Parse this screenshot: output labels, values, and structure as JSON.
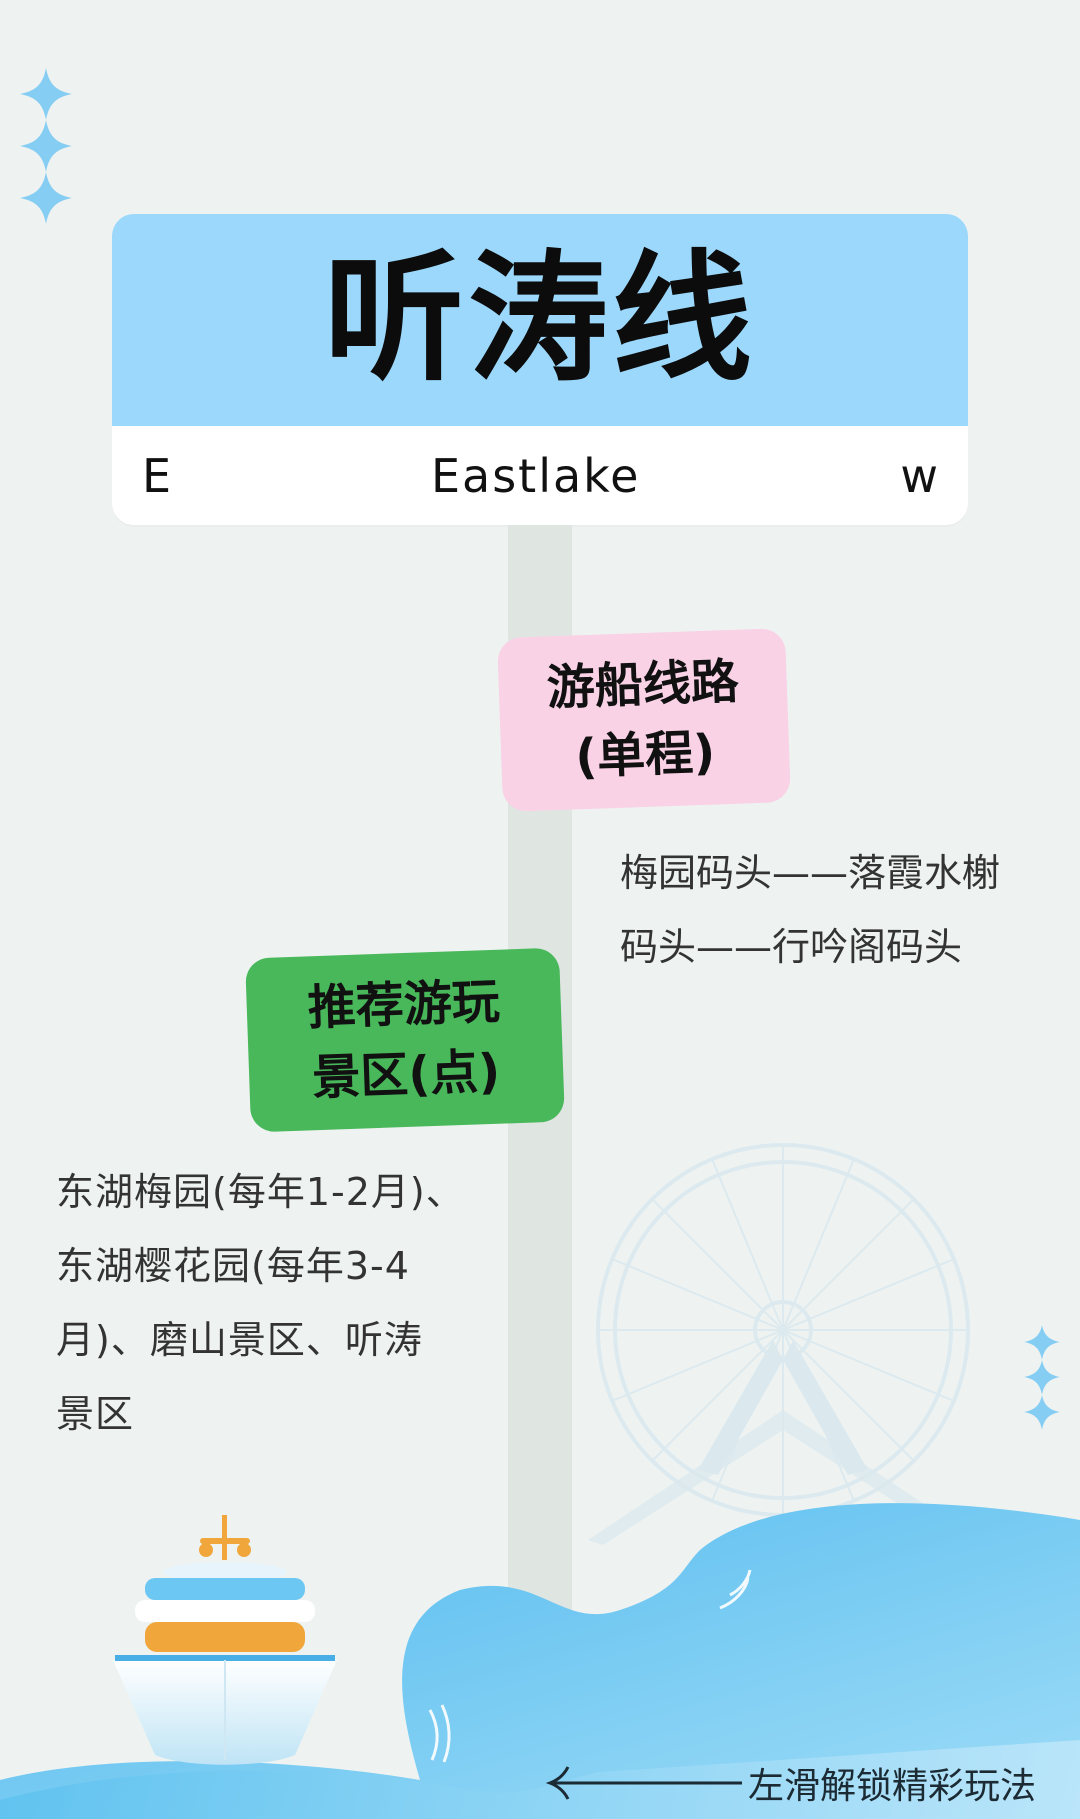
{
  "sign": {
    "title": "听涛线",
    "left": "E",
    "center": "Eastlake",
    "right": "w"
  },
  "route": {
    "tag_line1": "游船线路",
    "tag_line2": "(单程)",
    "desc_line1": "梅园码头——落霞水榭",
    "desc_line2": "码头——行吟阁码头"
  },
  "spots": {
    "tag_line1": "推荐游玩",
    "tag_line2": "景区(点)",
    "desc_line1": "东湖梅园(每年1-2月)、",
    "desc_line2": "东湖樱花园(每年3-4",
    "desc_line3": "月)、磨山景区、听涛",
    "desc_line4": "景区"
  },
  "footer": {
    "swipe_hint": "左滑解锁精彩玩法",
    "arrow_icon": "arrow-left-icon"
  },
  "colors": {
    "background": "#eef3f1",
    "sign_blue": "#9cd8fb",
    "tag_pink": "#f9d2e6",
    "tag_green": "#48b85a",
    "wave_blue": "#5ec2ef",
    "sparkle": "#86cdf3"
  },
  "icons": [
    "sparkle-icon",
    "ferris-wheel-icon",
    "cruise-ship-icon",
    "wave-shape"
  ]
}
